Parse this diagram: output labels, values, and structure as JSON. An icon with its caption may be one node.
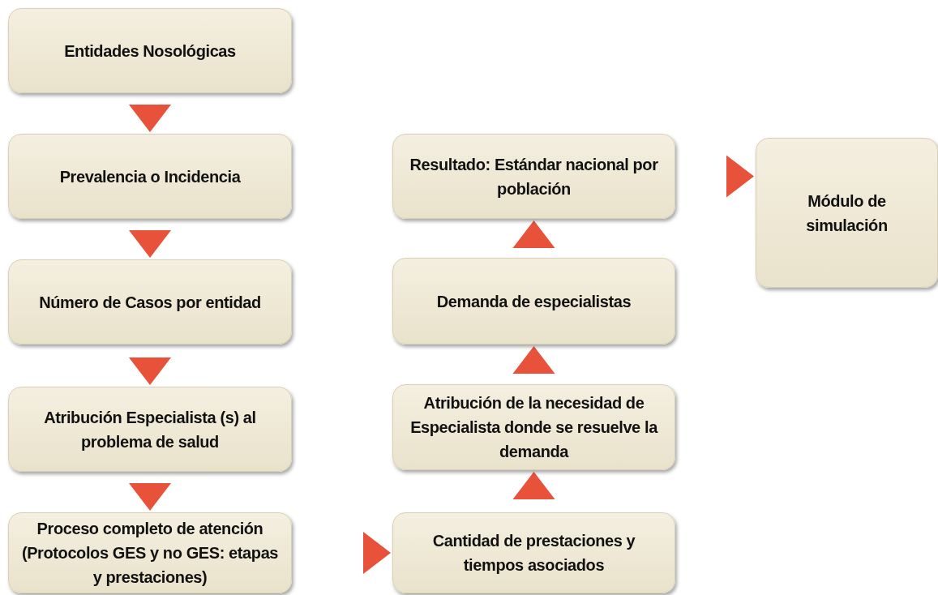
{
  "diagram": {
    "nodes": [
      {
        "text": [
          "Entidades Nosológicas"
        ]
      },
      {
        "text": [
          "Prevalencia o Incidencia"
        ]
      },
      {
        "text": [
          "Número de Casos por entidad"
        ]
      },
      {
        "text": [
          "Atribución Especialista (s) al problema de salud"
        ]
      },
      {
        "text": [
          "Proceso completo de atención (Protocolos GES y no GES: etapas y prestaciones)"
        ]
      },
      {
        "text": [
          "Resultado: Estándar nacional por población"
        ]
      },
      {
        "text": [
          "Demanda de especialistas"
        ]
      },
      {
        "text": [
          "Atribución de la necesidad de Especialista donde se resuelve la demanda"
        ]
      },
      {
        "text": [
          "Cantidad de prestaciones y tiempos asociados"
        ]
      },
      {
        "text": [
          "Módulo de simulación"
        ]
      }
    ],
    "edges": [
      {
        "from": 0,
        "to": 1,
        "arrow": "to"
      },
      {
        "from": 1,
        "to": 2,
        "arrow": "to"
      },
      {
        "from": 2,
        "to": 3,
        "arrow": "to"
      },
      {
        "from": 3,
        "to": 4,
        "arrow": "to"
      },
      {
        "from": 4,
        "to": 8,
        "arrow": "to"
      },
      {
        "from": 8,
        "to": 7,
        "arrow": "to"
      },
      {
        "from": 7,
        "to": 6,
        "arrow": "to"
      },
      {
        "from": 6,
        "to": 5,
        "arrow": "to"
      },
      {
        "from": 5,
        "to": 9,
        "arrow": "to"
      }
    ]
  }
}
